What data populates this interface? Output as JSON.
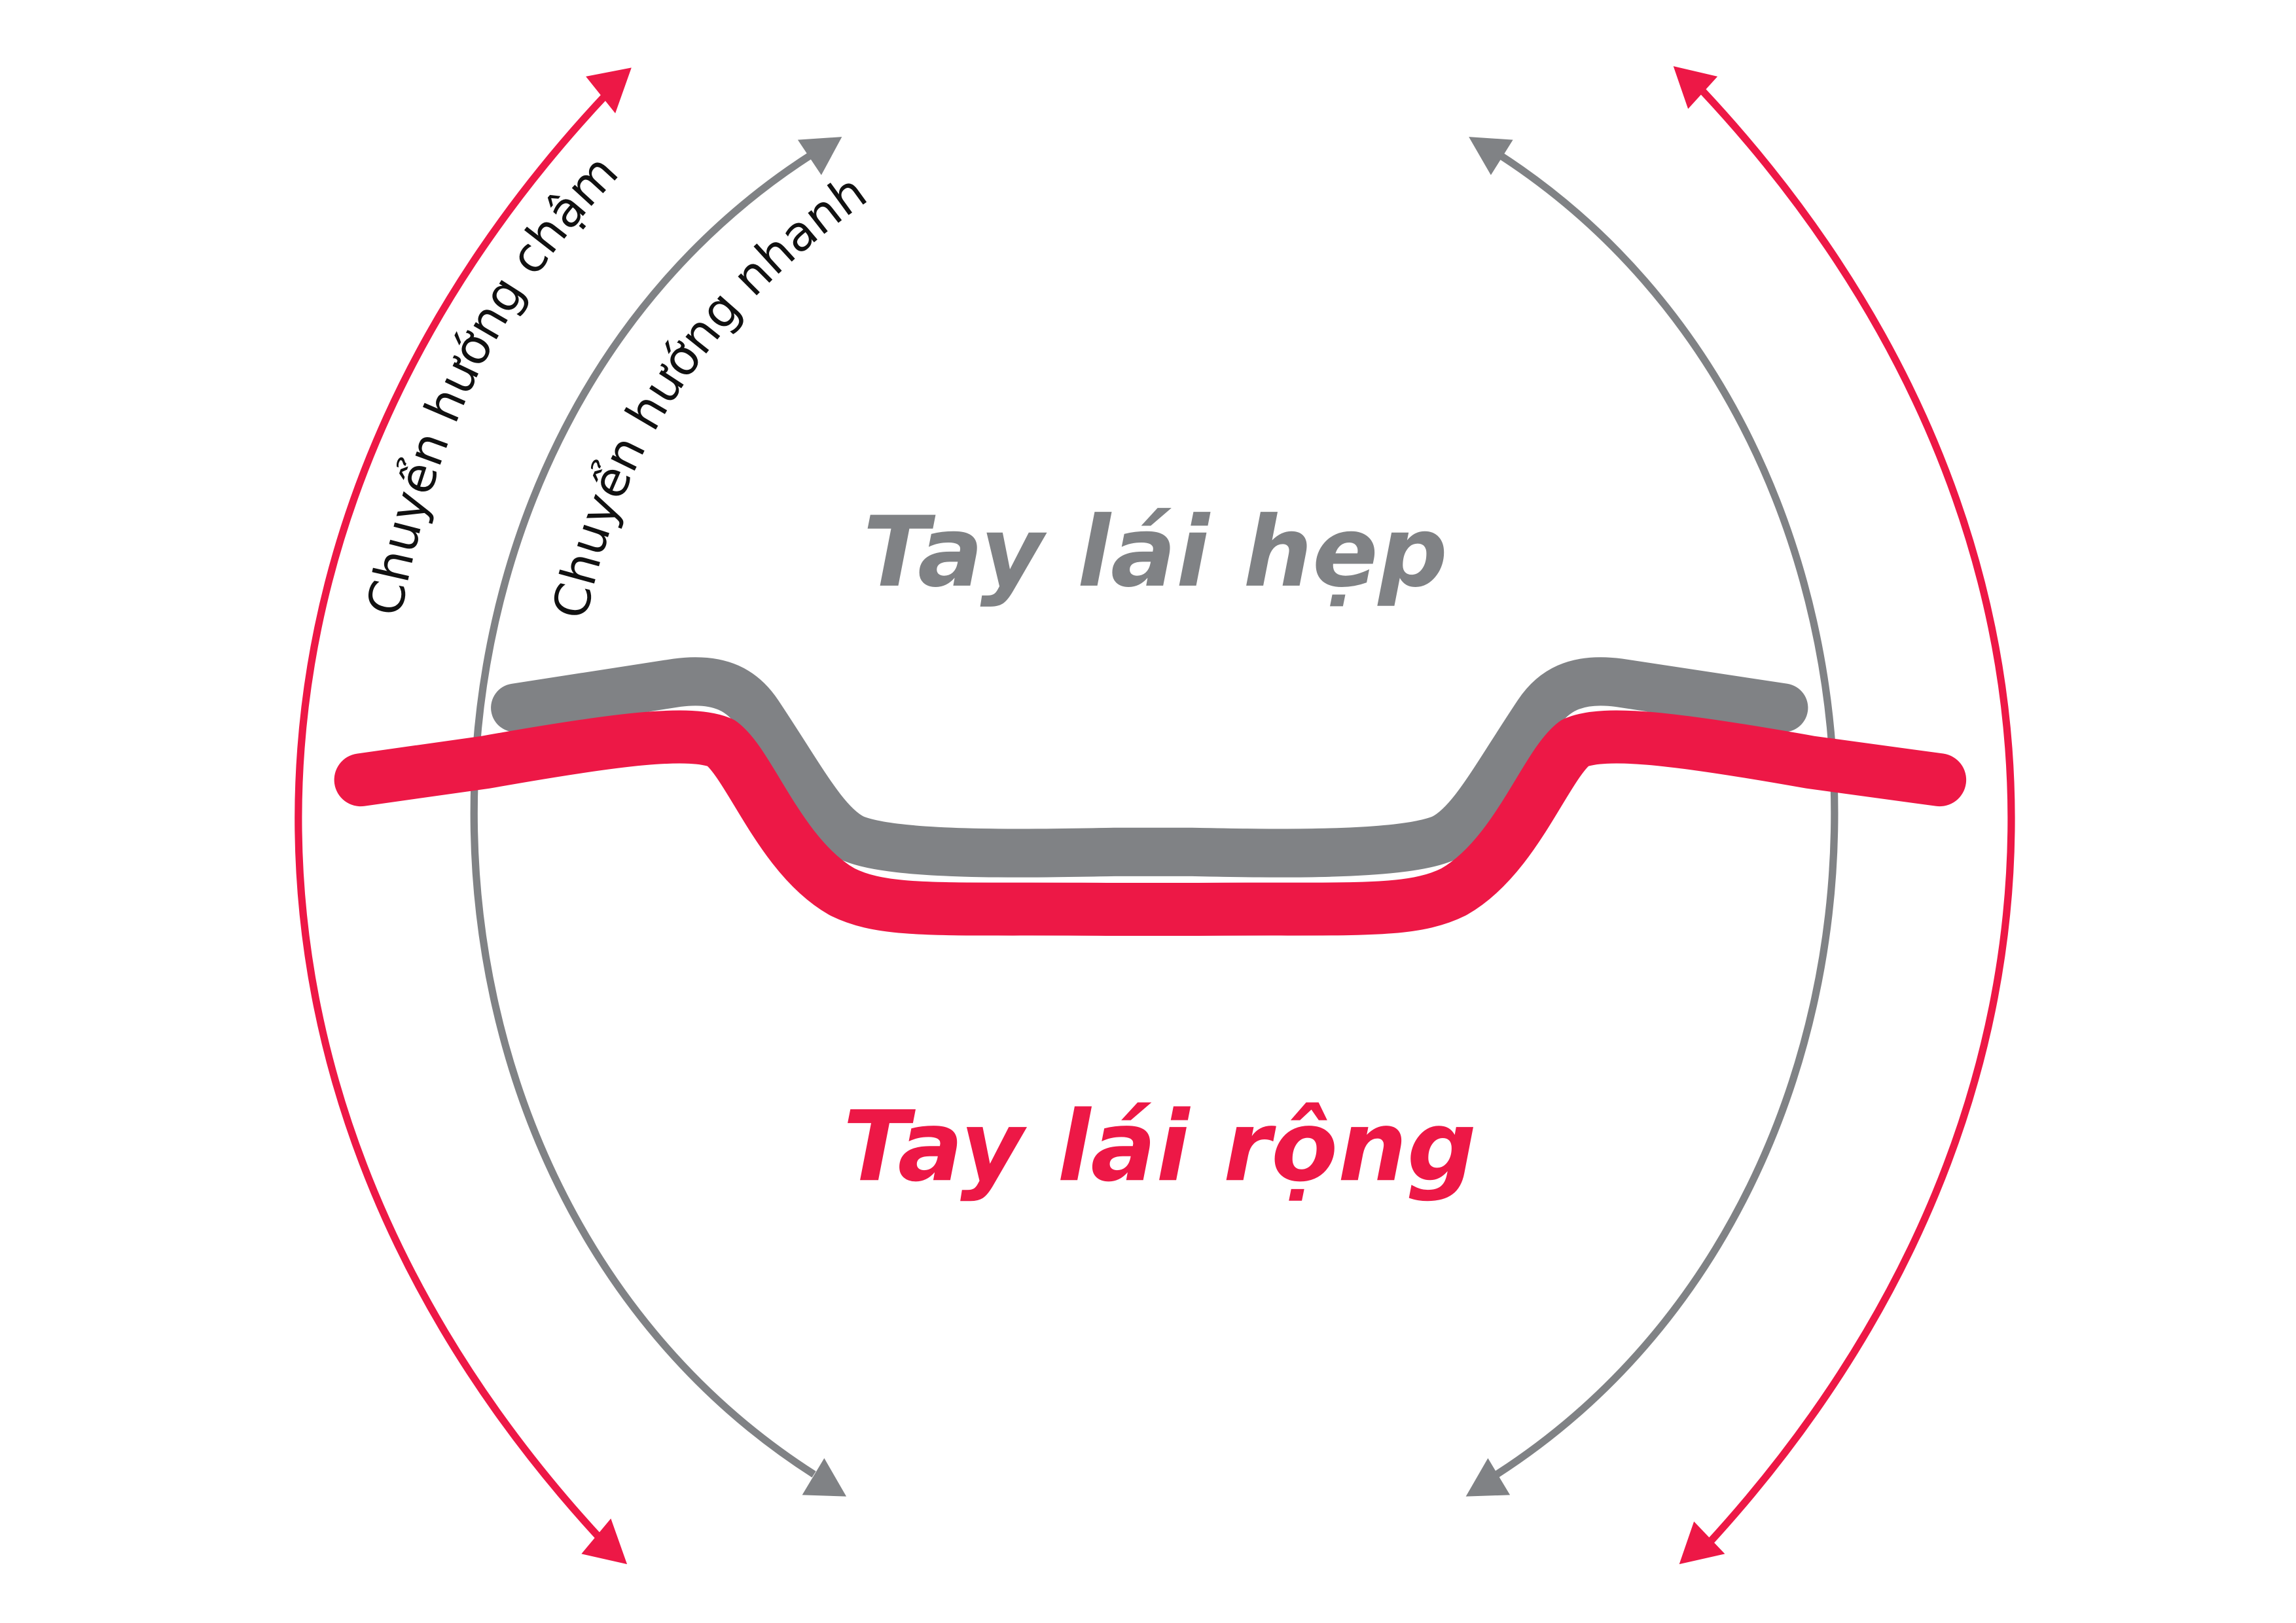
{
  "diagram": {
    "narrow_bar_label": "Tay lái hẹp",
    "wide_bar_label": "Tay lái rộng",
    "slow_steering_label": "Chuyển hướng chậm",
    "fast_steering_label": "Chuyển hướng nhanh"
  },
  "colors": {
    "wide": "#ED1846",
    "narrow": "#808285"
  }
}
